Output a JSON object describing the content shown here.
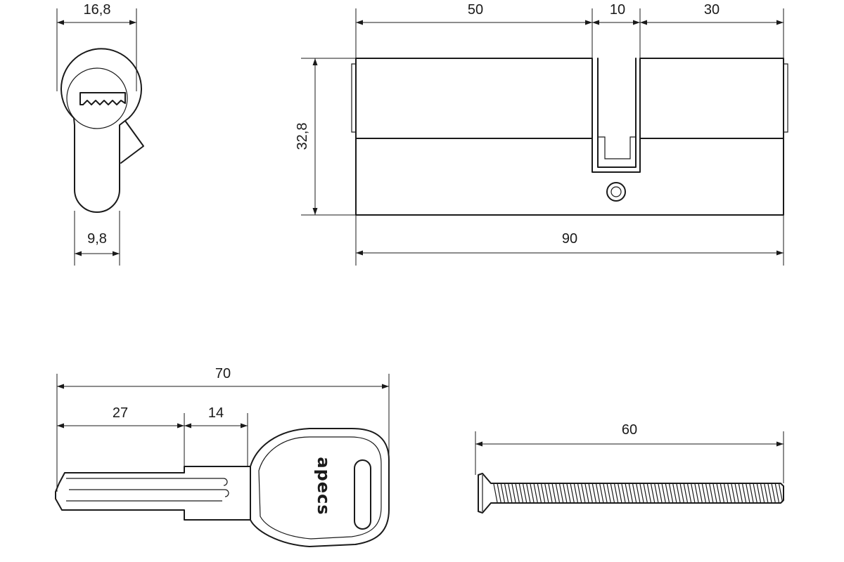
{
  "dimensions": {
    "front_width": "16,8",
    "front_bottom": "9,8",
    "body_left": "50",
    "body_cam": "10",
    "body_right": "30",
    "body_height": "32,8",
    "body_total": "90",
    "key_total": "70",
    "key_blade": "27",
    "key_shoulder": "14",
    "screw_length": "60"
  },
  "key_brand": "apecs",
  "colors": {
    "line": "#1a1a1a",
    "background": "#ffffff"
  }
}
